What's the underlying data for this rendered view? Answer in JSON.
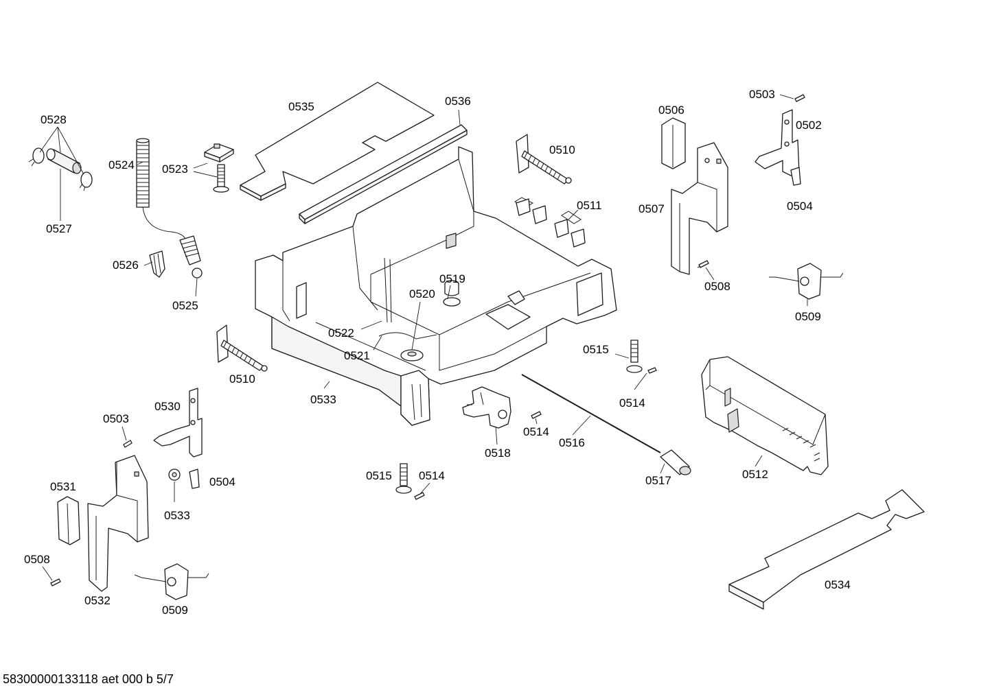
{
  "footer": {
    "document_id": "58300000133118 aet 000 b 5/7"
  },
  "labels": {
    "p0528": "0528",
    "p0527": "0527",
    "p0524": "0524",
    "p0523": "0523",
    "p0526": "0526",
    "p0525": "0525",
    "p0535": "0535",
    "p0536": "0536",
    "p0510_top": "0510",
    "p0511": "0511",
    "p0519": "0519",
    "p0520": "0520",
    "p0522": "0522",
    "p0521": "0521",
    "p0510_left": "0510",
    "p0533_base": "0533",
    "p0506": "0506",
    "p0507": "0507",
    "p0508_right": "0508",
    "p0503_right": "0503",
    "p0502": "0502",
    "p0504_right": "0504",
    "p0509_right": "0509",
    "p0515_right": "0515",
    "p0514_right": "0514",
    "p0516": "0516",
    "p0514_mid": "0514",
    "p0518": "0518",
    "p0517": "0517",
    "p0512": "0512",
    "p0515_bottom": "0515",
    "p0514_bottom": "0514",
    "p0503_left": "0503",
    "p0530": "0530",
    "p0533_left": "0533",
    "p0504_left": "0504",
    "p0531": "0531",
    "p0508_left": "0508",
    "p0532": "0532",
    "p0509_left": "0509",
    "p0534": "0534"
  }
}
